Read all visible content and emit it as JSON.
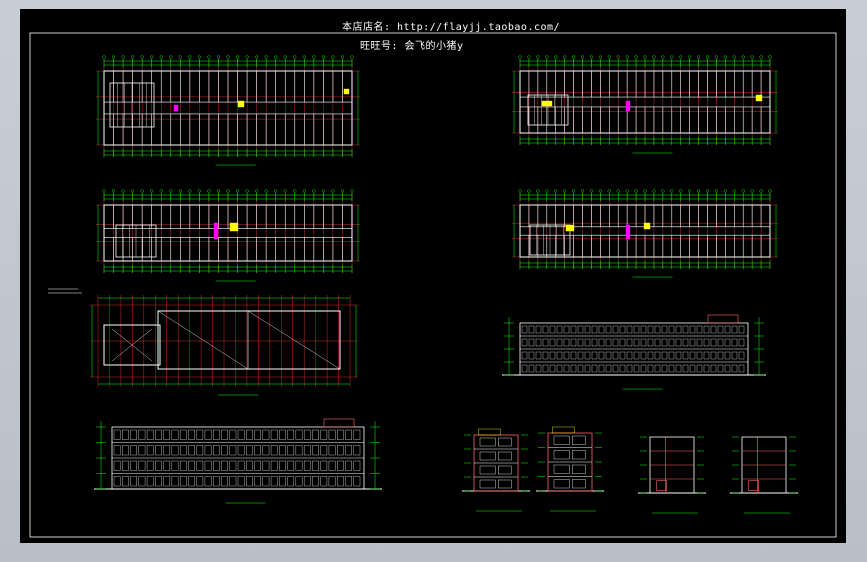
{
  "drawing": {
    "shop_name_line": "本店店名: http://flayjj.taobao.com/",
    "wangwang_line": "旺旺号: 会飞的小猪y"
  },
  "colors": {
    "background": "#000000",
    "wall": "#00ff00",
    "axis": "#ff3333",
    "dimension": "#00ff00",
    "text": "#ffffff",
    "highlight_yellow": "#ffff00",
    "highlight_magenta": "#ff00ff",
    "facade": "#ffffff",
    "section": "#ff6666",
    "border": "#ffffff"
  },
  "panels": [
    {
      "id": "plan-1",
      "kind": "floor-plan",
      "label": "plan-1"
    },
    {
      "id": "plan-2",
      "kind": "floor-plan",
      "label": "plan-2"
    },
    {
      "id": "plan-3",
      "kind": "floor-plan",
      "label": "plan-3"
    },
    {
      "id": "plan-4",
      "kind": "floor-plan",
      "label": "plan-4"
    },
    {
      "id": "roof-plan",
      "kind": "roof-plan",
      "label": "roof-plan"
    },
    {
      "id": "elevation-front",
      "kind": "elevation",
      "label": "elevation-front"
    },
    {
      "id": "elevation-rear",
      "kind": "elevation",
      "label": "elevation-rear"
    },
    {
      "id": "side-elevation-1",
      "kind": "side-elevation",
      "label": "side-elevation-1"
    },
    {
      "id": "side-elevation-2",
      "kind": "side-elevation",
      "label": "side-elevation-2"
    },
    {
      "id": "section-1",
      "kind": "section",
      "label": "section-1"
    },
    {
      "id": "section-2",
      "kind": "section",
      "label": "section-2"
    }
  ]
}
